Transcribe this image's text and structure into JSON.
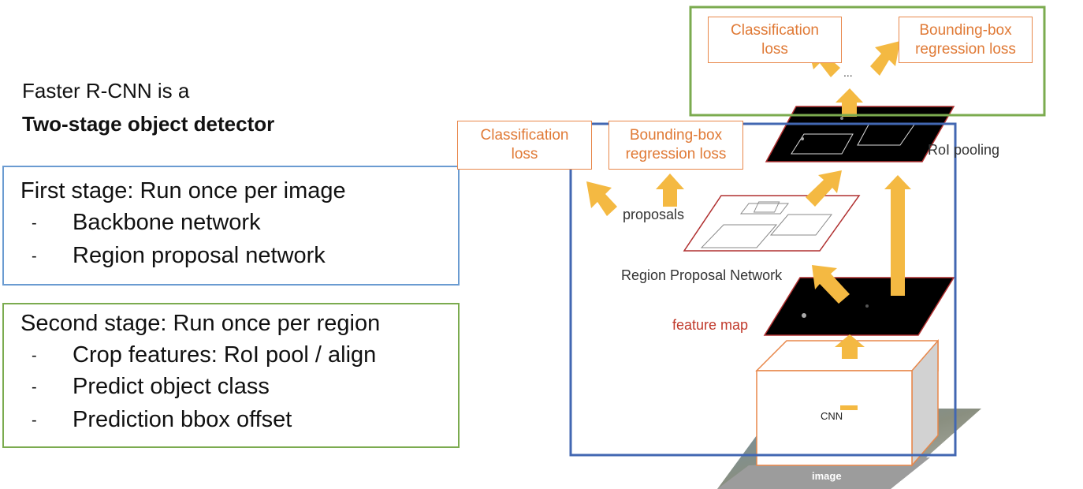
{
  "header": {
    "title_fragment": "__   ·······  ·········  ··········  ·····g·· ··p··"
  },
  "intro": {
    "line1": "Faster R-CNN is a",
    "line2": "Two-stage object detector"
  },
  "first_stage": {
    "title": "First stage: Run once per image",
    "items": [
      "Backbone network",
      "Region proposal network"
    ],
    "bullet": "-"
  },
  "second_stage": {
    "title": "Second stage: Run once per region",
    "items": [
      "Crop features: RoI pool / align",
      "Predict object class",
      "Prediction bbox offset"
    ],
    "bullet": "-"
  },
  "diagram": {
    "top_cls_loss": "Classification\nloss",
    "top_bbox_loss": "Bounding-box\nregression loss",
    "ellipsis": "...",
    "roi_pooling": "RoI pooling",
    "rpn_cls_loss": "Classification\nloss",
    "rpn_bbox_loss": "Bounding-box\nregression loss",
    "proposals": "proposals",
    "rpn": "Region Proposal Network",
    "feature_map": "feature map",
    "cnn": "CNN",
    "image": "image"
  },
  "colors": {
    "first_stage_border": "#6a9bd1",
    "second_stage_border": "#7bab4f",
    "rpn_region_border": "#4267b2",
    "second_region_border": "#7bab4f",
    "loss_box": "#e8874a",
    "arrow_fill": "#f4b942",
    "feature_map_label": "#c0392b"
  }
}
